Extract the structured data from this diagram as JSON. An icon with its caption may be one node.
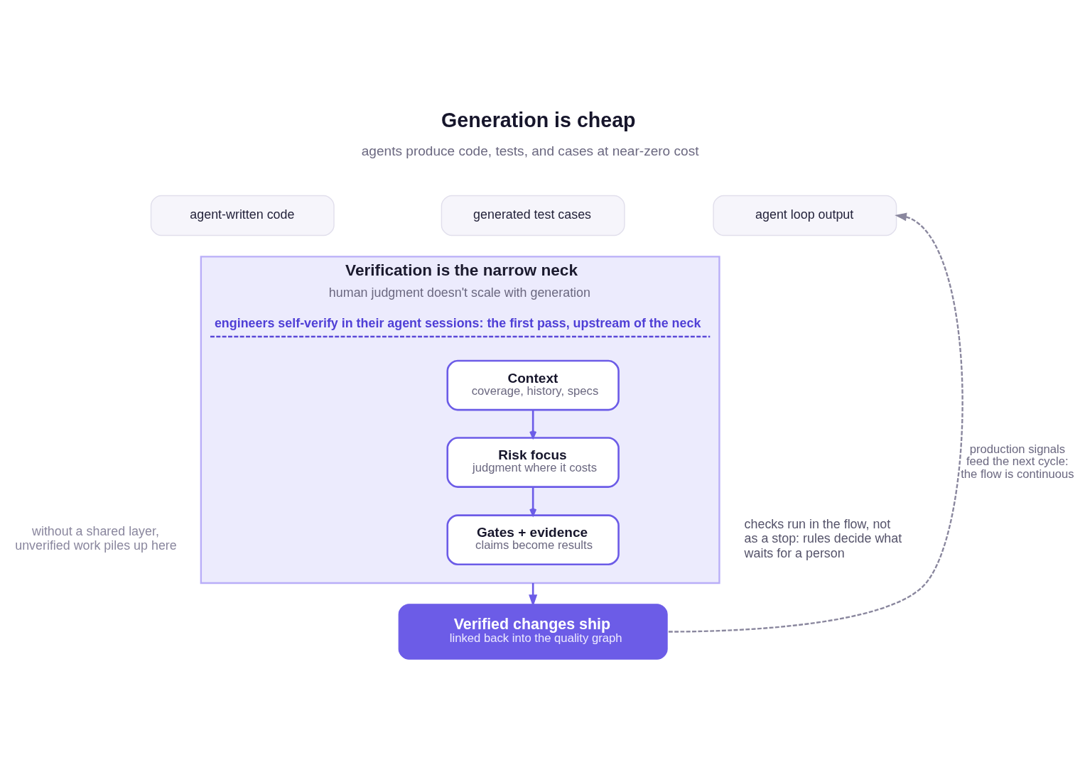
{
  "diagram": {
    "title": "Generation is cheap",
    "nodes": [
      {
        "text": [
          "agent-written code"
        ]
      },
      {
        "text": [
          "generated test cases"
        ]
      },
      {
        "text": [
          "agent loop output"
        ]
      },
      {
        "text": [
          "Verification is the narrow neck",
          "human judgment doesn't scale with generation",
          "engineers self-verify in their agent sessions: the first pass, upstream of the neck"
        ]
      },
      {
        "text": [
          "Context",
          "coverage, history, specs"
        ],
        "in": 3
      },
      {
        "text": [
          "Risk focus",
          "judgment where it costs"
        ],
        "in": 3
      },
      {
        "text": [
          "Gates + evidence",
          "claims become results"
        ],
        "in": 3
      },
      {
        "text": [
          "Verified changes ship",
          "linked back into the quality graph"
        ]
      }
    ],
    "edges": [
      {
        "from": 3,
        "to": 7,
        "arrow": "to"
      },
      {
        "from": 4,
        "to": 5,
        "arrow": "to"
      },
      {
        "from": 5,
        "to": 6,
        "arrow": "to"
      },
      {
        "from": 7,
        "to": 2,
        "arrow": "to",
        "style": "dashed",
        "color": "#8a879e",
        "label": "production signals feed the next cycle: the flow is continuous"
      }
    ],
    "labels": [
      "agents produce code, tests, and cases at near-zero cost",
      "without a shared layer, unverified work piles up here",
      "checks run in the flow, not as a stop: rules decide what waits for a person"
    ]
  }
}
